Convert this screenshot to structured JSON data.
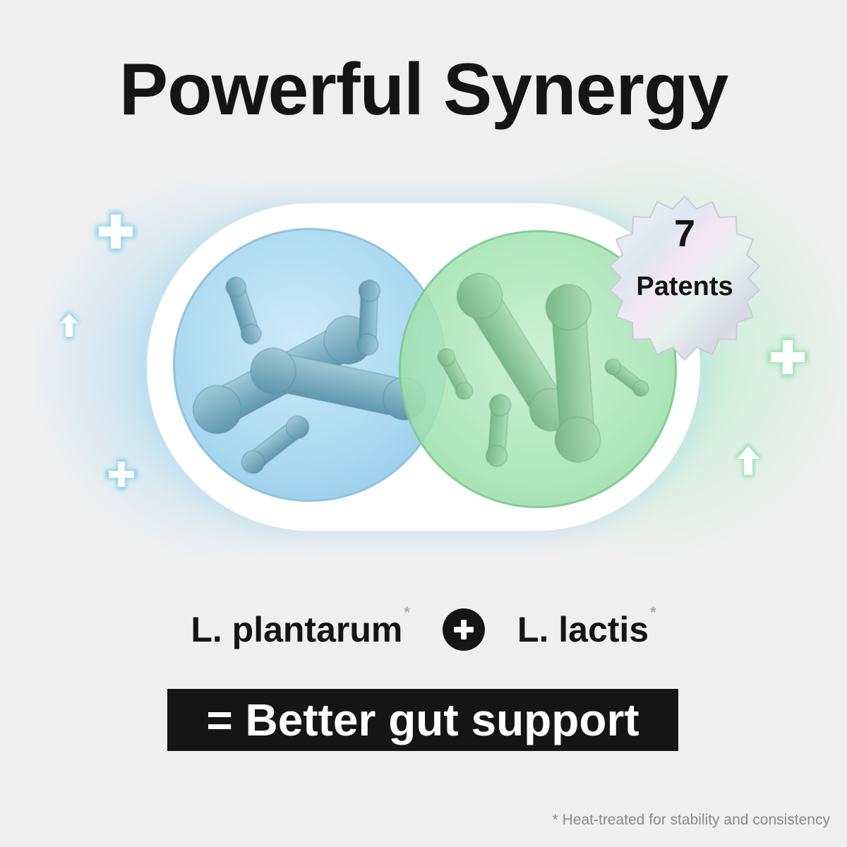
{
  "title": "Powerful Synergy",
  "badge": {
    "number": "7",
    "label": "Patents"
  },
  "strains": [
    {
      "name": "L. plantarum",
      "marker": "*",
      "color": "#a9d8f0"
    },
    {
      "name": "L. lactis",
      "marker": "*",
      "color": "#a8e3b8"
    }
  ],
  "result": "= Better gut support",
  "footnote": "* Heat-treated for stability and consistency",
  "icons": [
    "plus-icon",
    "up-arrow-icon",
    "plus-circle-icon",
    "bacteria-icon",
    "patent-seal-icon"
  ],
  "colors": {
    "text": "#151515",
    "blue_accent": "#a9d8f0",
    "green_accent": "#a8e3b8",
    "background": "#efefef"
  }
}
